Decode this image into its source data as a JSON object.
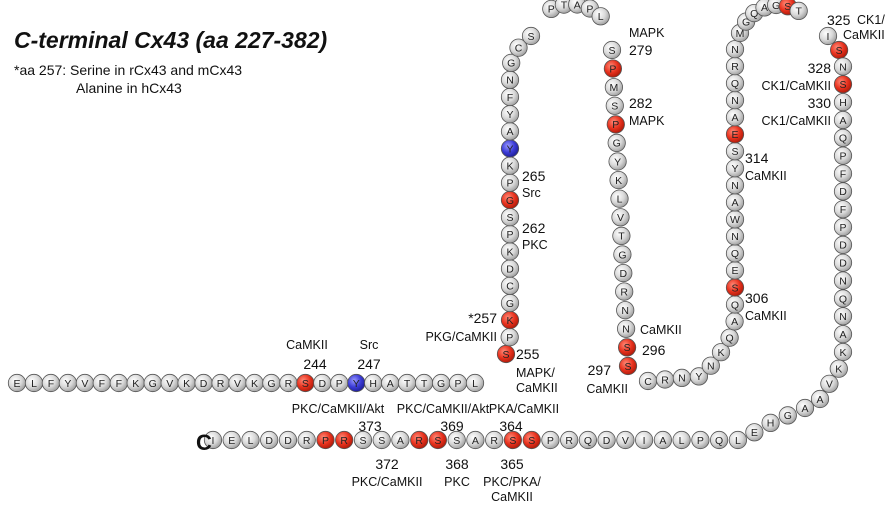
{
  "title": "C-terminal Cx43 (aa 227-382)",
  "note": {
    "line1": "*aa 257: Serine in rCx43 and mCx43",
    "line2": "Alanine in hCx43"
  },
  "c_terminus_label": "C",
  "colors": {
    "unmodified_residue": "#d9d9d9",
    "phospho_serine": "#e8321e",
    "phospho_tyrosine": "#3b3bd6"
  },
  "sequence_segments": {
    "bottom_row": "ELFYVFFKGVKDRVKGRSDPYHATTGPL",
    "loop1_up": "SPKGCDKPSGPKYAYFNGCS",
    "loop1_top": "PTAPL",
    "loop1_down": "SPMSPGYKLVTGDRNNSS",
    "hook": "CRNYNKQAQSEQNWANYSEANQRNM",
    "loop2_top": "GQAGST",
    "loop2_down": "ISNSHAQPFDFPDDNQNAKKVA",
    "last_row": "AGHELQPLAIVDQRPSSRASSRASSRPRDDLEI"
  },
  "modified_residues": [
    {
      "segment": "bottom_row",
      "index": 17,
      "type": "S"
    },
    {
      "segment": "bottom_row",
      "index": 20,
      "type": "Y"
    },
    {
      "segment": "loop1_up",
      "index": 0,
      "type": "S"
    },
    {
      "segment": "loop1_up",
      "index": 2,
      "type": "S"
    },
    {
      "segment": "loop1_up",
      "index": 9,
      "type": "S"
    },
    {
      "segment": "loop1_up",
      "index": 12,
      "type": "Y"
    },
    {
      "segment": "loop1_down",
      "index": 1,
      "type": "S"
    },
    {
      "segment": "loop1_down",
      "index": 4,
      "type": "S"
    },
    {
      "segment": "loop1_down",
      "index": 16,
      "type": "S"
    },
    {
      "segment": "loop1_down",
      "index": 17,
      "type": "S"
    },
    {
      "segment": "hook",
      "index": 9,
      "type": "S"
    },
    {
      "segment": "hook",
      "index": 18,
      "type": "S"
    },
    {
      "segment": "loop2_top",
      "index": 4,
      "type": "S"
    },
    {
      "segment": "loop2_down",
      "index": 1,
      "type": "S"
    },
    {
      "segment": "loop2_down",
      "index": 3,
      "type": "S"
    },
    {
      "segment": "last_row",
      "index": 15,
      "type": "S"
    },
    {
      "segment": "last_row",
      "index": 16,
      "type": "S"
    },
    {
      "segment": "last_row",
      "index": 20,
      "type": "S"
    },
    {
      "segment": "last_row",
      "index": 21,
      "type": "S"
    },
    {
      "segment": "last_row",
      "index": 25,
      "type": "S"
    },
    {
      "segment": "last_row",
      "index": 26,
      "type": "S"
    }
  ],
  "site_annotations": {
    "s244": {
      "number": "244",
      "kinase": "CaMKII"
    },
    "y247": {
      "number": "247",
      "kinase": "Src"
    },
    "s255": {
      "number": "255",
      "kinase_line1": "MAPK/",
      "kinase_line2": "CaMKII"
    },
    "s257": {
      "number": "*257",
      "kinase": "PKG/CaMKII"
    },
    "s262": {
      "number": "262",
      "kinase": "PKC"
    },
    "y265": {
      "number": "265",
      "kinase": "Src"
    },
    "s279": {
      "number": "279",
      "kinase": "MAPK"
    },
    "s282": {
      "number": "282",
      "kinase": "MAPK"
    },
    "s296": {
      "number": "296",
      "kinase": "CaMKII"
    },
    "s297": {
      "number": "297",
      "kinase": "CaMKII"
    },
    "s306": {
      "number": "306",
      "kinase": "CaMKII"
    },
    "s314": {
      "number": "314",
      "kinase": "CaMKII"
    },
    "s325": {
      "number": "325",
      "kinase_line1": "CK1/",
      "kinase_line2": "CaMKII"
    },
    "s328": {
      "number": "328",
      "kinase": "CK1/CaMKII"
    },
    "s330": {
      "number": "330",
      "kinase": "CK1/CaMKII"
    },
    "s364": {
      "number": "364",
      "kinase": "PKA/CaMKII"
    },
    "s365": {
      "number": "365",
      "kinase_line1": "PKC/PKA/",
      "kinase_line2": "CaMKII"
    },
    "s368": {
      "number": "368",
      "kinase": "PKC"
    },
    "s369": {
      "number": "369",
      "kinase": "PKC/CaMKII/Akt"
    },
    "s372": {
      "number": "372",
      "kinase": "PKC/CaMKII"
    },
    "s373": {
      "number": "373",
      "kinase": "PKC/CaMKII/Akt"
    }
  }
}
